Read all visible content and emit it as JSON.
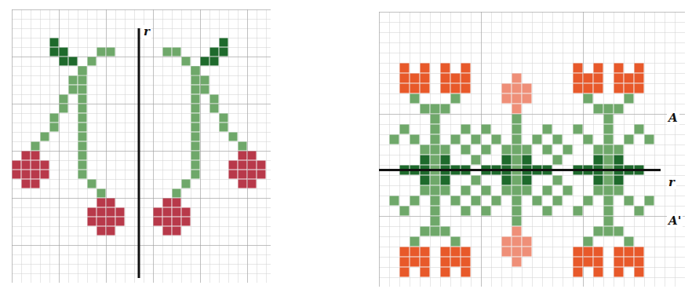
{
  "diagram": {
    "labels": [
      "r",
      "A",
      "r",
      "A'"
    ]
  }
}
